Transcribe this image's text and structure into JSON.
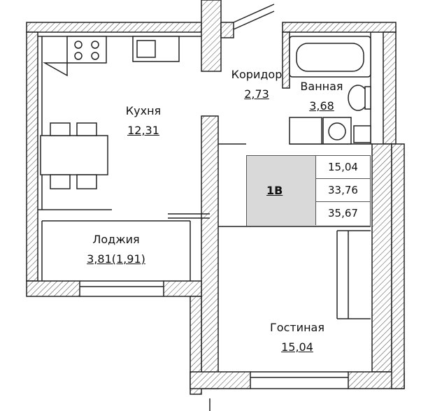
{
  "rooms": {
    "kitchen": {
      "name": "Кухня",
      "area": "12,31"
    },
    "corridor": {
      "name": "Коридор",
      "area": "2,73"
    },
    "bathroom": {
      "name": "Ванная",
      "area": "3,68"
    },
    "loggia": {
      "name": "Лоджия",
      "area": "3,81(1,91)"
    },
    "living": {
      "name": "Гостиная",
      "area": "15,04"
    }
  },
  "summary": {
    "code": "1В",
    "living_area": "15,04",
    "total_area": "33,76",
    "total_with_loggia": "35,67"
  },
  "colors": {
    "wall": "#333333",
    "summary_fill": "#d9d9d9"
  }
}
